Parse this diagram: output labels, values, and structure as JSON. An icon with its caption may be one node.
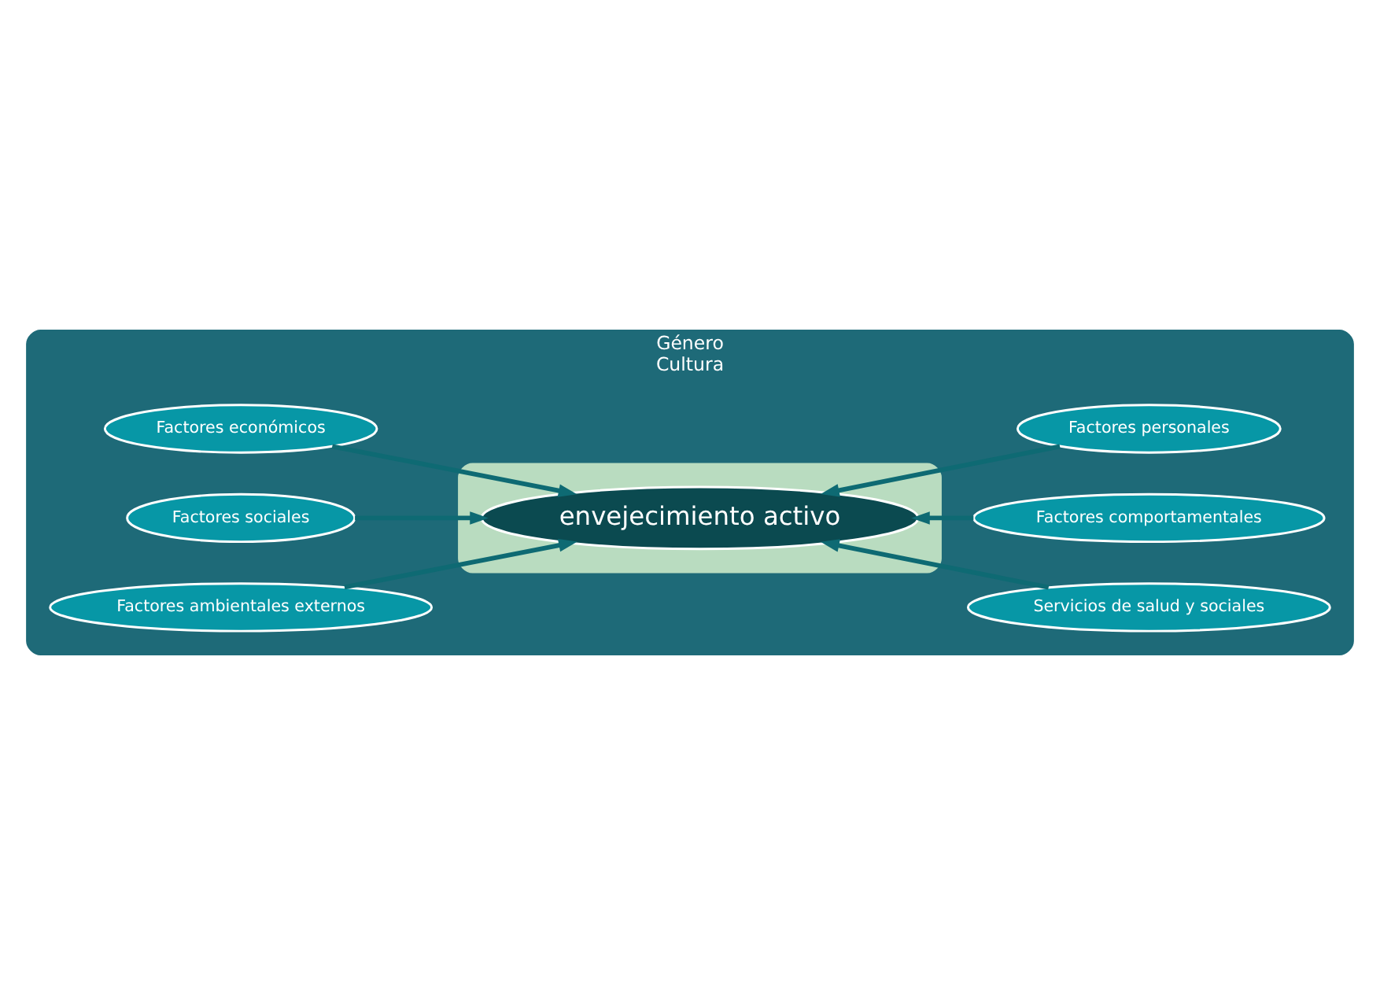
{
  "diagram": {
    "nodes": [
      {
        "text": [
          "Género",
          "Cultura"
        ]
      },
      {
        "text": [],
        "shape": "ellipse",
        "in": 0
      },
      {
        "text": [
          "envejecimiento activo"
        ],
        "in": 1
      },
      {
        "text": [
          "Factores económicos"
        ],
        "in": 0
      },
      {
        "text": [
          "Servicios de salud y sociales"
        ],
        "in": 0
      },
      {
        "text": [
          "Factores sociales"
        ],
        "in": 0
      },
      {
        "text": [
          "Factores comportamentales"
        ],
        "in": 0
      },
      {
        "text": [
          "Factores ambientales externos"
        ],
        "in": 0
      },
      {
        "text": [
          "Factores personales"
        ],
        "in": 0
      }
    ],
    "edges": [
      {
        "from": 3,
        "to": 2,
        "arrow": "to"
      },
      {
        "from": 4,
        "to": 2,
        "arrow": "to"
      },
      {
        "from": 6,
        "to": 2,
        "arrow": "to"
      },
      {
        "from": 5,
        "to": 2,
        "arrow": "to"
      },
      {
        "from": 7,
        "to": 2,
        "arrow": "to"
      },
      {
        "from": 8,
        "to": 2,
        "arrow": "to"
      }
    ]
  }
}
